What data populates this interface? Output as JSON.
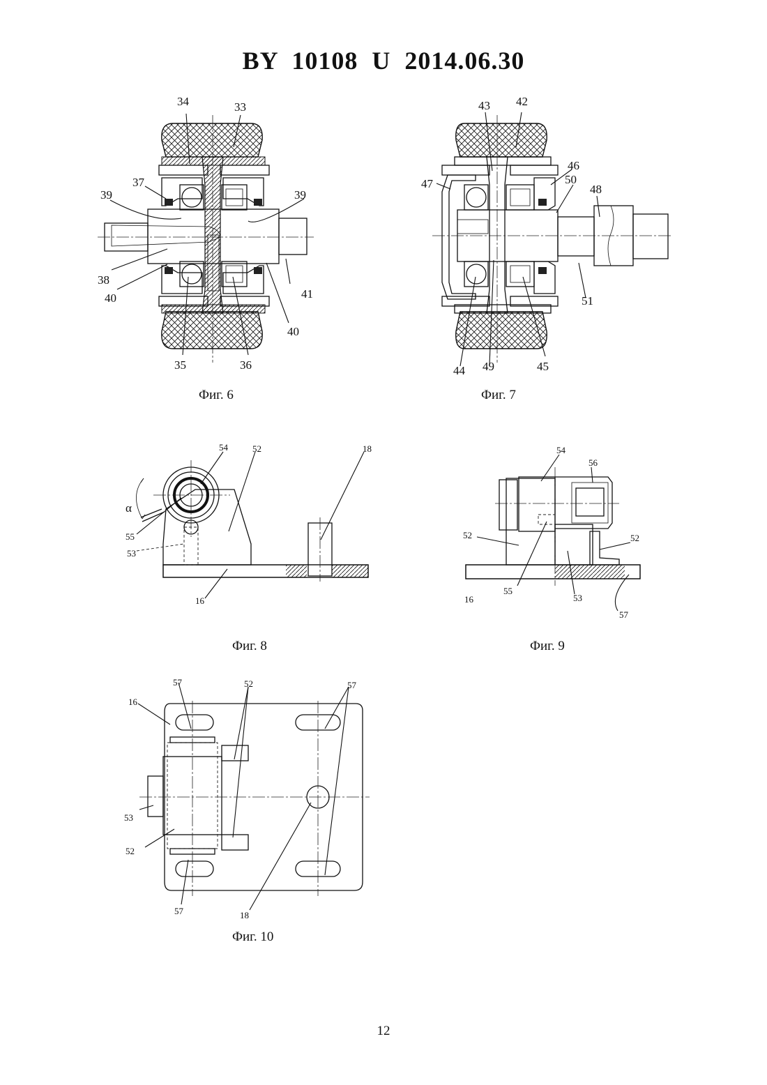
{
  "header": {
    "title": "BY  10108  U  2014.06.30"
  },
  "page_number": "12",
  "figures": {
    "fig6": {
      "caption": "Фиг. 6",
      "labels": {
        "l34": "34",
        "l33": "33",
        "l37": "37",
        "l39a": "39",
        "l39b": "39",
        "l38": "38",
        "l40a": "40",
        "l41": "41",
        "l40b": "40",
        "l35": "35",
        "l36": "36"
      }
    },
    "fig7": {
      "caption": "Фиг. 7",
      "labels": {
        "l43": "43",
        "l42": "42",
        "l46": "46",
        "l47": "47",
        "l50": "50",
        "l48": "48",
        "l51": "51",
        "l44": "44",
        "l49": "49",
        "l45": "45"
      }
    },
    "fig8": {
      "caption": "Фиг. 8",
      "labels": {
        "l54": "54",
        "l52": "52",
        "l18": "18",
        "alpha": "α",
        "l55": "55",
        "l53": "53",
        "l16": "16"
      }
    },
    "fig9": {
      "caption": "Фиг. 9",
      "labels": {
        "l54": "54",
        "l56": "56",
        "l52a": "52",
        "l52b": "52",
        "l16": "16",
        "l55": "55",
        "l53": "53",
        "l57": "57"
      }
    },
    "fig10": {
      "caption": "Фиг. 10",
      "labels": {
        "l57a": "57",
        "l52": "52",
        "l57b": "57",
        "l16": "16",
        "l53": "53",
        "l52b": "52",
        "l57c": "57",
        "l18": "18"
      }
    }
  }
}
